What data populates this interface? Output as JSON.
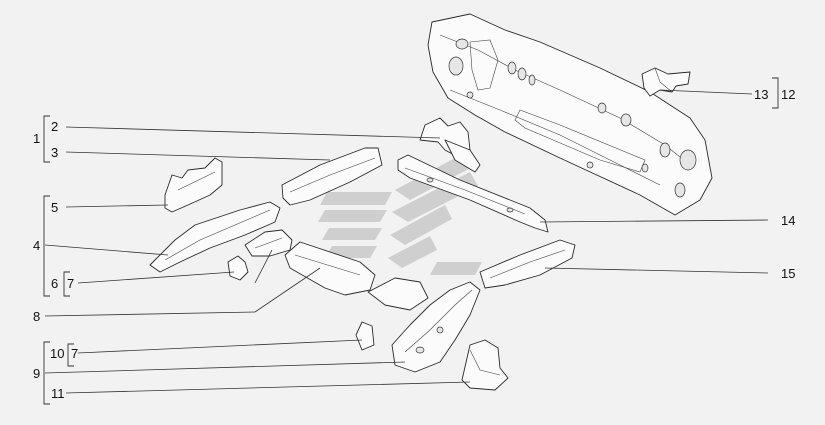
{
  "callouts": [
    {
      "id": "c1",
      "text": "1"
    },
    {
      "id": "c2",
      "text": "2"
    },
    {
      "id": "c3",
      "text": "3"
    },
    {
      "id": "c4",
      "text": "4"
    },
    {
      "id": "c5",
      "text": "5"
    },
    {
      "id": "c6",
      "text": "6"
    },
    {
      "id": "c7a",
      "text": "7"
    },
    {
      "id": "c8",
      "text": "8"
    },
    {
      "id": "c9",
      "text": "9"
    },
    {
      "id": "c10",
      "text": "10"
    },
    {
      "id": "c7b",
      "text": "7"
    },
    {
      "id": "c11",
      "text": "11"
    },
    {
      "id": "c12",
      "text": "12"
    },
    {
      "id": "c13",
      "text": "13"
    },
    {
      "id": "c14",
      "text": "14"
    },
    {
      "id": "c15",
      "text": "15"
    }
  ],
  "colors": {
    "background": "#f2f2f2",
    "line": "#2a2a2a",
    "watermark": "#cfcfcf"
  }
}
